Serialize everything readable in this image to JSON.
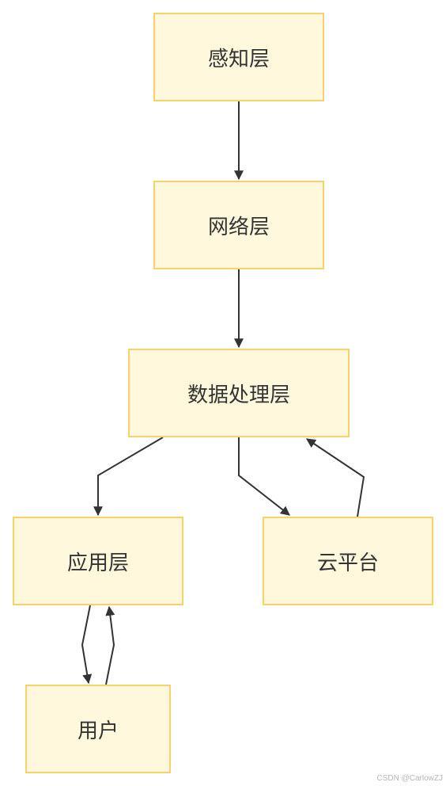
{
  "nodes": {
    "perception": "感知层",
    "network": "网络层",
    "processing": "数据处理层",
    "application": "应用层",
    "cloud": "云平台",
    "user": "用户"
  },
  "watermark": "CSDN @CarlowZJ",
  "colors": {
    "node_fill": "#fff8dc",
    "node_border": "#f3d36a",
    "edge": "#333333"
  }
}
